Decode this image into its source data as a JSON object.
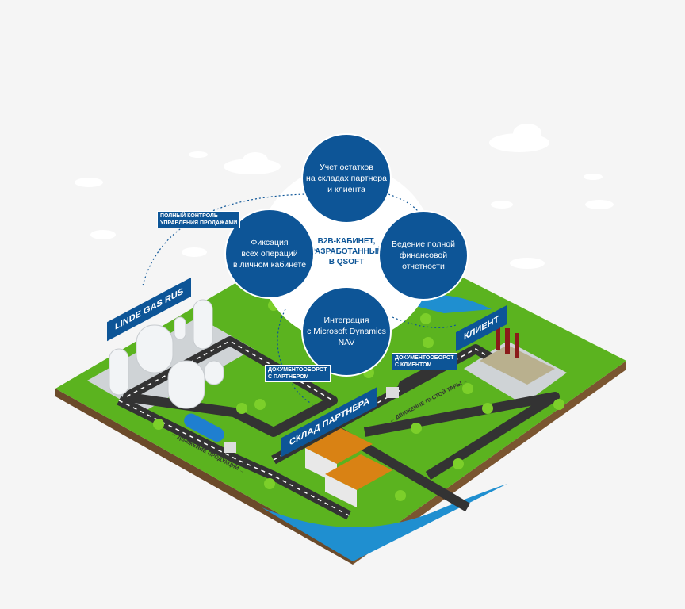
{
  "center_title": "B2B-КАБИНЕТ,\nРАЗРАБОТАННЫЙ\nВ QSOFT",
  "circles": [
    {
      "text": "Учет остатков\nна складах партнера\nи клиента"
    },
    {
      "text": "Фиксация\nвсех операций\nв личном кабинете"
    },
    {
      "text": "Ведение полной\nфинансовой\nотчетности"
    },
    {
      "text": "Интеграция\nс Microsoft Dynamics\nNAV"
    }
  ],
  "tags": {
    "sales_control": "ПОЛНЫЙ КОНТРОЛЬ\nУПРАВЛЕНИЯ ПРОДАЖАМИ",
    "doc_partner": "ДОКУМЕНТООБОРОТ\nС ПАРТНЕРОМ",
    "doc_client": "ДОКУМЕНТООБОРОТ\nС КЛИЕНТОМ"
  },
  "banners": {
    "linde": "LINDE GAS RUS",
    "client": "КЛИЕНТ",
    "warehouse": "СКЛАД ПАРТНЕРА"
  },
  "movement": {
    "product": "← ДВИЖЕНИЕ ПРОДУКЦИИ →",
    "empty": "← ДВИЖЕНИЕ ПУСТОЙ ТАРЫ →"
  },
  "colors": {
    "brand": "#0d5597",
    "grass": "#5bb31f",
    "road": "#333333"
  }
}
